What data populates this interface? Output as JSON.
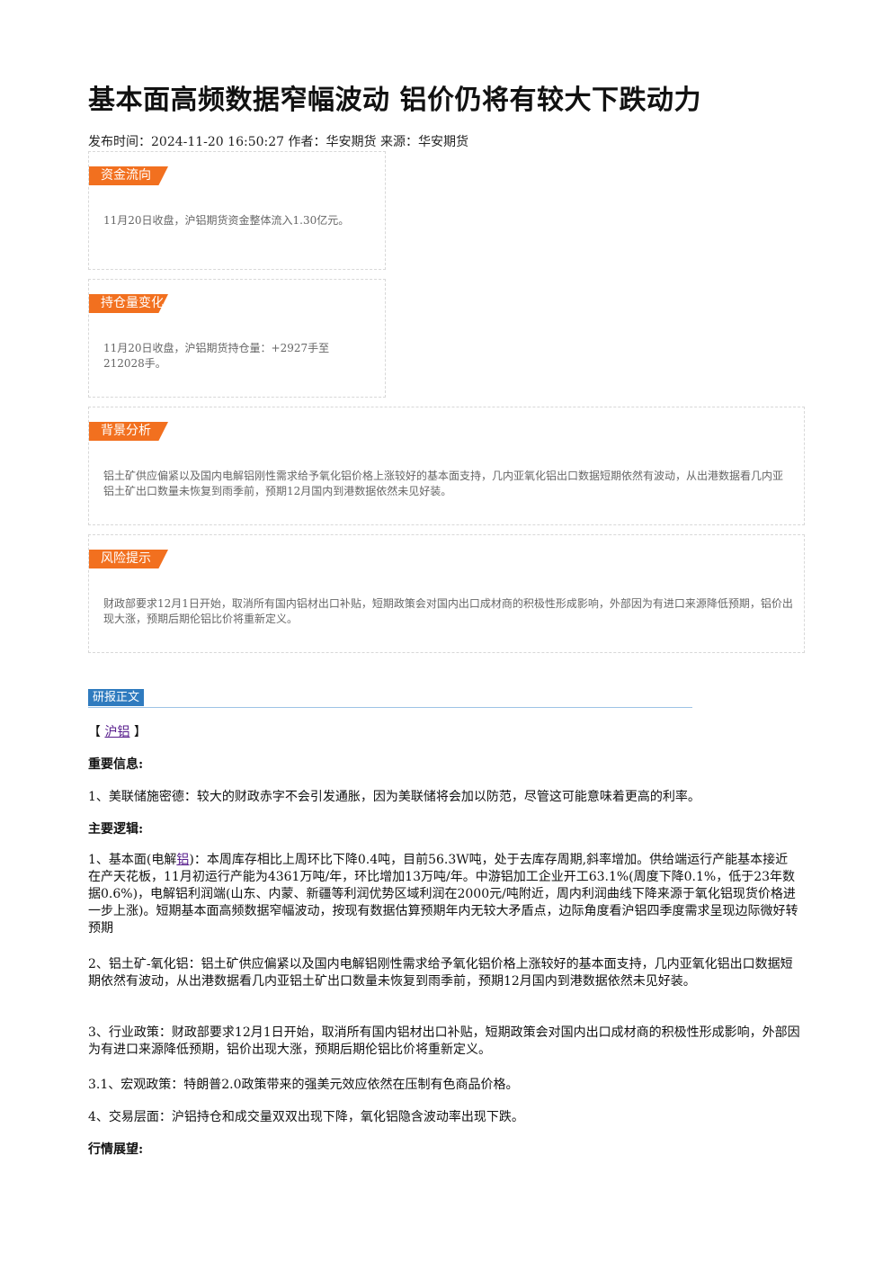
{
  "article": {
    "title": "基本面高频数据窄幅波动 铝价仍将有较大下跌动力",
    "meta": "发布时间：2024-11-20 16:50:27 作者：华安期货 来源：华安期货"
  },
  "cards": {
    "capital_flow": {
      "tag": "资金流向",
      "text": "11月20日收盘，沪铝期货资金整体流入1.30亿元。"
    },
    "open_interest": {
      "tag": "持仓量变化",
      "text": "11月20日收盘，沪铝期货持仓量：+2927手至212028手。"
    },
    "background": {
      "tag": "背景分析",
      "text": "铝土矿供应偏紧以及国内电解铝刚性需求给予氧化铝价格上涨较好的基本面支持，几内亚氧化铝出口数据短期依然有波动，从出港数据看几内亚铝土矿出口数量未恢复到雨季前，预期12月国内到港数据依然未见好装。"
    },
    "risk": {
      "tag": "风险提示",
      "text": "财政部要求12月1日开始，取消所有国内铝材出口补贴，短期政策会对国内出口成材商的积极性形成影响，外部因为有进口来源降低预期，铝价出现大涨，预期后期伦铝比价将重新定义。"
    }
  },
  "report": {
    "section_tag": "研报正文",
    "bracket_open": "【 ",
    "product_link": "沪铝",
    "bracket_close": " 】",
    "important_heading": "重要信息:",
    "important_1": "1、美联储施密德：较大的财政赤字不会引发通胀，因为美联储将会加以防范，尽管这可能意味着更高的利率。",
    "logic_heading": "主要逻辑:",
    "logic_1_prefix": "1、基本面(电解",
    "logic_1_link": "铝",
    "logic_1_text": ")：本周库存相比上周环比下降0.4吨，目前56.3W吨，处于去库存周期,斜率增加。供给端运行产能基本接近在产天花板，11月初运行产能为4361万吨/年，环比增加13万吨/年。中游铝加工企业开工63.1%(周度下降0.1%，低于23年数据0.6%)，电解铝利润端(山东、内蒙、新疆等利润优势区域利润在2000元/吨附近，周内利润曲线下降来源于氧化铝现货价格进一步上涨)。短期基本面高频数据窄幅波动，按现有数据估算预期年内无较大矛盾点，边际角度看沪铝四季度需求呈现边际微好转预期",
    "logic_2": "2、铝土矿-氧化铝：铝土矿供应偏紧以及国内电解铝刚性需求给予氧化铝价格上涨较好的基本面支持，几内亚氧化铝出口数据短期依然有波动，从出港数据看几内亚铝土矿出口数量未恢复到雨季前，预期12月国内到港数据依然未见好装。",
    "logic_3": "3、行业政策：财政部要求12月1日开始，取消所有国内铝材出口补贴，短期政策会对国内出口成材商的积极性形成影响，外部因为有进口来源降低预期，铝价出现大涨，预期后期伦铝比价将重新定义。",
    "logic_3_1": "3.1、宏观政策：特朗普2.0政策带来的强美元效应依然在压制有色商品价格。",
    "logic_4": "4、交易层面：沪铝持仓和成交量双双出现下降，氧化铝隐含波动率出现下跌。",
    "outlook_heading": "行情展望:"
  }
}
